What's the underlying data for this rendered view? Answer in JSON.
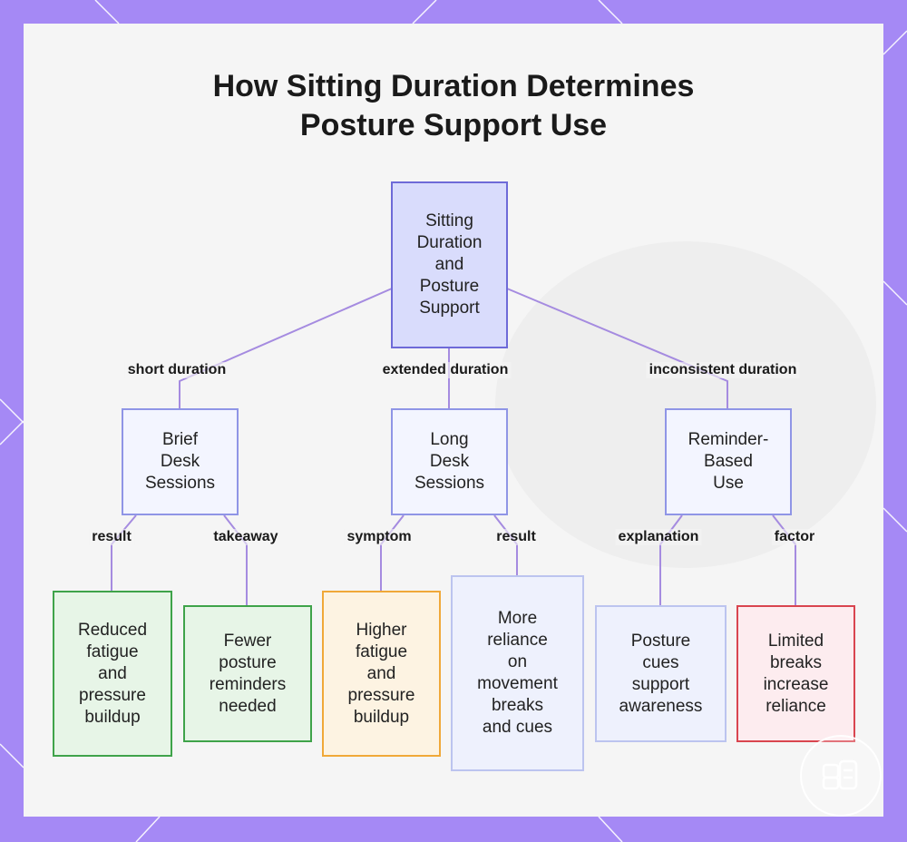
{
  "title": {
    "line1": "How Sitting Duration Determines",
    "line2": "Posture Support Use"
  },
  "nodes": {
    "root": [
      "Sitting",
      "Duration",
      "and",
      "Posture",
      "Support"
    ],
    "brief": [
      "Brief",
      "Desk",
      "Sessions"
    ],
    "long": [
      "Long",
      "Desk",
      "Sessions"
    ],
    "reminder": [
      "Reminder-",
      "Based",
      "Use"
    ],
    "reduced": [
      "Reduced",
      "fatigue",
      "and",
      "pressure",
      "buildup"
    ],
    "fewer": [
      "Fewer",
      "posture",
      "reminders",
      "needed"
    ],
    "higher": [
      "Higher",
      "fatigue",
      "and",
      "pressure",
      "buildup"
    ],
    "more": [
      "More",
      "reliance",
      "on",
      "movement",
      "breaks",
      "and cues"
    ],
    "cues": [
      "Posture",
      "cues",
      "support",
      "awareness"
    ],
    "limited": [
      "Limited",
      "breaks",
      "increase",
      "reliance"
    ]
  },
  "edges": {
    "short": "short duration",
    "extended": "extended duration",
    "inconsistent": "inconsistent duration",
    "result1": "result",
    "takeaway": "takeaway",
    "symptom": "symptom",
    "result2": "result",
    "explanation": "explanation",
    "factor": "factor"
  },
  "colors": {
    "background": "#a589f5",
    "edge": "#a58be0",
    "root_fill": "#d9dcfc",
    "green": "#3fa34a",
    "orange": "#f0a838",
    "red": "#d9454f"
  },
  "icons": {
    "badge": "logo-badge-icon"
  }
}
